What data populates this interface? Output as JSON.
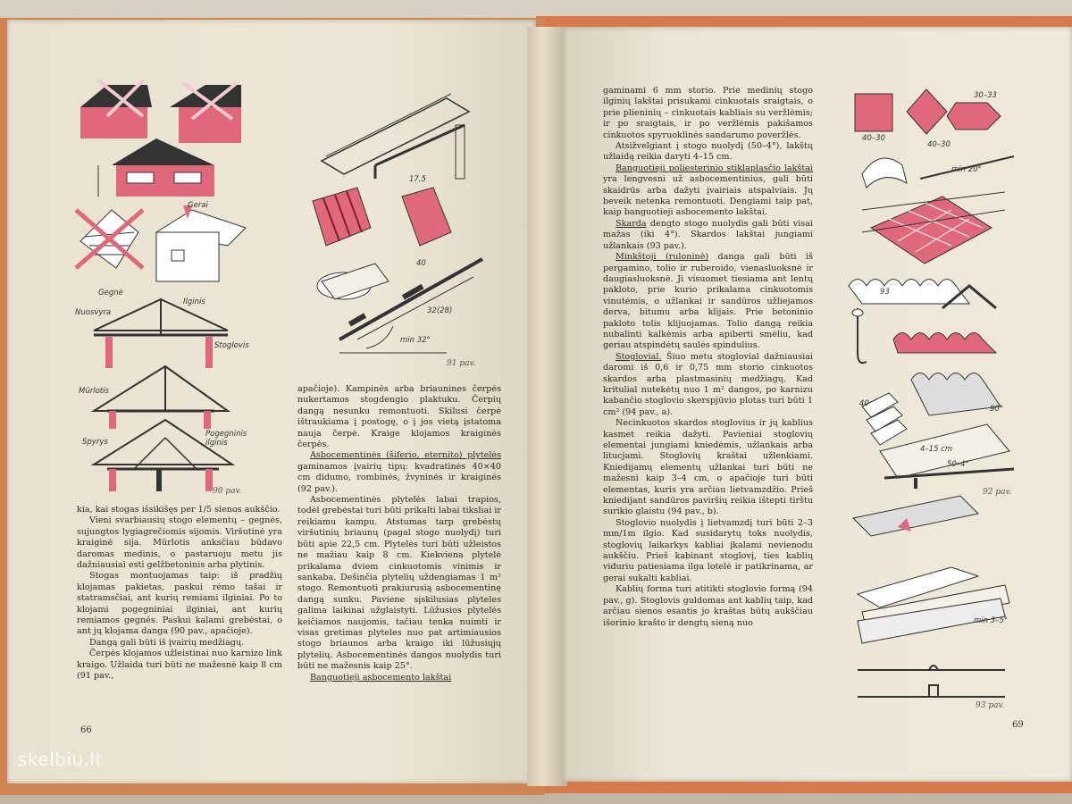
{
  "left_page": {
    "page_number": "66",
    "figure_caption_top": "91 pav.",
    "figure_caption_bottom": "90 pav.",
    "labels": {
      "gerai": "Gerai",
      "gegne": "Gegnė",
      "ilginis": "Ilginis",
      "nuosvyra": "Nuosvyra",
      "stoglovis": "Stoglovis",
      "murlotis": "Mūrlotis",
      "spyrys": "Spyrys",
      "pagegninis_ilginis": "Pogegninis ilginis",
      "min32": "min 32°",
      "dim_40": "40",
      "dim_175": "17,5",
      "dim_3228": "32(28)"
    },
    "col1": [
      "kia, kai stogas išsikišęs per 1/5 sienos aukščio.",
      "Vieni svarbiausių stogo elementų – gegnės, sujungtos lygiagrečiomis sijomis. Viršutinė yra kraiginė sija. Mūrlotis anksčiau būdavo daromas medinis, o pastaruoju metu jis dažniausiai esti gelžbetoninis arba plytinis.",
      "Stogas montuojamas taip: iš pradžių klojamas pakietas, paskui rėmo tašai ir statramsčiai, ant kurių remiami ilginiai. Po to klojami pogegniniai ilginiai, ant kurių remiamos gegnės. Paskui kalami grebėstai, o ant jų klojama danga (90 pav., apačioje).",
      "Dangą gali būti iš įvairių medžiagų.",
      "Čerpės klojamos užleistinai nuo karnizo link kraigo. Užlaida turi būti ne mažesnė kaip 8 cm (91 pav.,"
    ],
    "col2_p1": "apačioje). Kampinės arba briaunines čerpės nukertamos stogdengio plaktuku. Čerpių dangą nesunku remontuoti. Skilusi čerpė ištraukiama į postogę, o į jos vietą įstatoma nauja čerpė. Kraige klojamos kraiginės čerpės.",
    "col2_heading": "Asbocementinės (šiferio, eternito) plytelės",
    "col2_p2_rest": " gaminamos įvairių tipų: kvadratinės 40×40 cm didumo, rombinės, žvyninės ir kraiginės (92 pav.).",
    "col2_p3": "Asbocementinės plytelės labai trapios, todėl grebėstai turi būti prikalti labai tiksliai ir reikiamu kampu. Atstumas tarp grebėstų viršutinių briaunų (pagal stogo nuolydį) turi būti apie 22,5 cm. Plytelės turi būti užleistos ne mažiau kaip 8 cm. Kiekviena plytelė prikalama dviem cinkuotomis vinimis ir sankaba. Dešinčia plytelių uždengiamas 1 m² stogo. Remontuoti prakiurusią asbocementinę dangą sunku. Paviene sįskilusias plyteles galima laikinai užglaistyti. Lūžusios plytelės keičiamos naujomis, tačiau tenka nuimti ir visas gretimas plyteles nuo pat artimiausios stogo briaunos arba kraigo iki lūžusiųjų plytelių. Asbocementinės dangos nuolydis turi būti ne mažesnis kaip 25°.",
    "col2_last": "Banguotieji asbocemento lakštai"
  },
  "right_page": {
    "page_number": "69",
    "figure_caption_mid": "92 pav.",
    "figure_caption_bottom": "93 pav.",
    "labels": {
      "d4030a": "40–30",
      "d4030b": "40–30",
      "d3033": "30–33",
      "min20": "min 20°",
      "d93": "93",
      "d90": "90°",
      "d415": "4–15 cm",
      "d504": "50–4°",
      "min35": "min 3–5°",
      "d40": "40"
    },
    "paragraphs": [
      {
        "ni": true,
        "text": "gaminami 6 mm storio. Prie medinių stogo ilginių lakštai prisukami cinkuotais sraigtais, o prie plieninių – cinkuotais kabliais su veržlėmis; ir po sraigtais, ir po veržlėmis pakišamos cinkuotos spyruoklinės sandarumo poveržlės."
      },
      {
        "ni": false,
        "text": "Atsižvelgiant į stogo nuolydį (50–4°), lakštų užlaidą reikia daryti 4–15 cm."
      },
      {
        "ni": false,
        "heading": "Banguotieji poliesterinio stiklaplasčio lakštai",
        "text": " yra lengvesni už asbocementinius, gali būti skaidrūs arba dažyti įvairiais atspalviais. Jų beveik netenka remontuoti. Dengiami taip pat, kaip banguotieji asbocemento lakštai."
      },
      {
        "ni": false,
        "heading": "Skarda",
        "text": " dengto stogo nuolydis gali būti visai mažas (iki 4°). Skardos lakštai jungiami užlankais (93 pav.)."
      },
      {
        "ni": false,
        "heading": "Minkštoji (ruloninė)",
        "text": " danga gali būti iš pergamino, tolio ir ruberoido, vienasluoksnė ir daugiasluoksnė. Ji visuomet tiesiama ant lentų pakloto, prie kurio prikalama cinkuotomis vinutėmis, o užlankai ir sandūros užliejamos derva, bitumu arba klijais. Prie betoninio pakloto tolis klijuojamas. Tolio dangą reikia nubalinti kalkėmis arba apiberti smėliu, kad geriau atspindėtų saulės spindulius."
      },
      {
        "ni": false,
        "heading": "Stoglovial.",
        "text": " Šiuo metu stoglovial dažniausiai daromi iš 0,6 ir 0,75 mm storio cinkuotos skardos arba plastmasinių medžiagų. Kad kritulial nutekėtų nuo 1 m² dangos, po karnizu kabančio stoglovio skerspjūvio plotas turi būti 1 cm² (94 pav., a)."
      },
      {
        "ni": false,
        "text": "Necinkuotos skardos stoglovius ir jų kablius kasmet reikia dažyti. Pavieniai stoglovių elementai jungiami kniedėmis, užlankais arba litucjami. Stoglovių kraštai užlenkiami. Kniedijamų elementų užlankai turi būti ne mažesni kaip 3–4 cm, o apačioje turi būti elementas, kuris yra arčiau lietvamzdžio. Prieš kniedijant sandūros paviršių reikia ištepti tirštu surikio glaistu (94 pav., b)."
      },
      {
        "ni": false,
        "text": "Stoglovio nuolydis į lietvamzdį turi būti 2–3 mm/1m ilgio. Kad susidarytų toks nuolydis, stoglovių laikarkys kabliai įkalami nevienodu aukščiu. Prieš kabinant stoglovį, ties kablių viduriu patiesiama ilga lotelė ir patikrinama, ar gerai sukalti kabliai."
      },
      {
        "ni": false,
        "text": "Kablių forma turi atitikti stoglovio formą (94 pav., g). Stoglovis guldomas ant kablių taip, kad arčiau sienos esantis jo kraštas būtų aukščiau išorinio krašto ir dengtų sieną nuo"
      }
    ]
  },
  "watermark": "skelbiu.lt",
  "colors": {
    "accent_pink": "#e0687a",
    "paper": "#ece5d4",
    "cover": "#d9784a"
  }
}
